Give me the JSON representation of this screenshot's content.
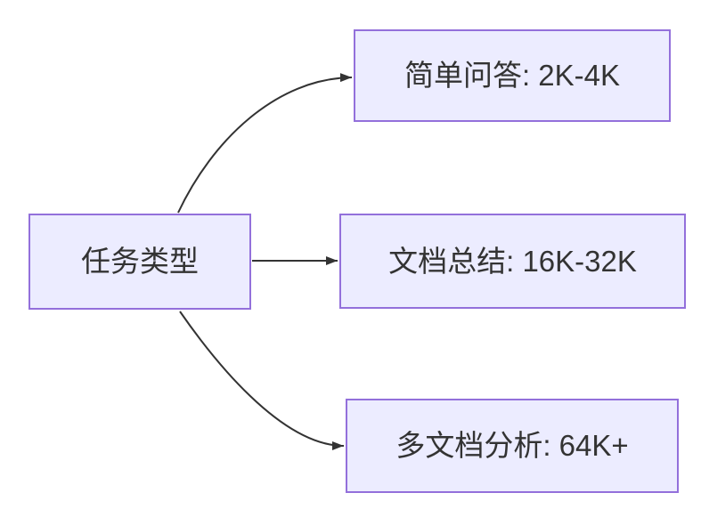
{
  "diagram": {
    "type": "flowchart-left-to-right",
    "root": {
      "id": "task-type",
      "label": "任务类型"
    },
    "children": [
      {
        "id": "simple-qa",
        "label": "简单问答: 2K-4K"
      },
      {
        "id": "doc-summary",
        "label": "文档总结: 16K-32K"
      },
      {
        "id": "multi-doc",
        "label": "多文档分析: 64K+"
      }
    ],
    "edges": [
      {
        "from": "task-type",
        "to": "simple-qa",
        "arrow": "filled-triangle"
      },
      {
        "from": "task-type",
        "to": "doc-summary",
        "arrow": "filled-triangle"
      },
      {
        "from": "task-type",
        "to": "multi-doc",
        "arrow": "filled-triangle"
      }
    ],
    "colors": {
      "node_fill": "#ECECFF",
      "node_border": "#9370DB",
      "edge_stroke": "#333333",
      "text": "#333333",
      "background": "#FFFFFF"
    }
  }
}
